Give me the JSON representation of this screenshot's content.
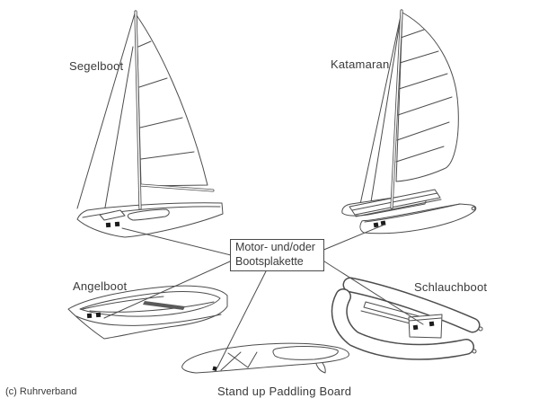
{
  "diagram": {
    "boats": [
      {
        "id": "segelboot",
        "label": "Segelboot"
      },
      {
        "id": "katamaran",
        "label": "Katamaran"
      },
      {
        "id": "angelboot",
        "label": "Angelboot"
      },
      {
        "id": "schlauchboot",
        "label": "Schlauchboot"
      },
      {
        "id": "sup-board",
        "label": "Stand up Paddling Board"
      }
    ],
    "center_box": {
      "line1": "Motor- und/oder",
      "line2": "Bootsplakette"
    },
    "copyright": "(c) Ruhrverband",
    "colors": {
      "line": "#4d4d4d",
      "text": "#3a3a3a",
      "background": "#ffffff",
      "badge": "#1c1c1c"
    }
  }
}
